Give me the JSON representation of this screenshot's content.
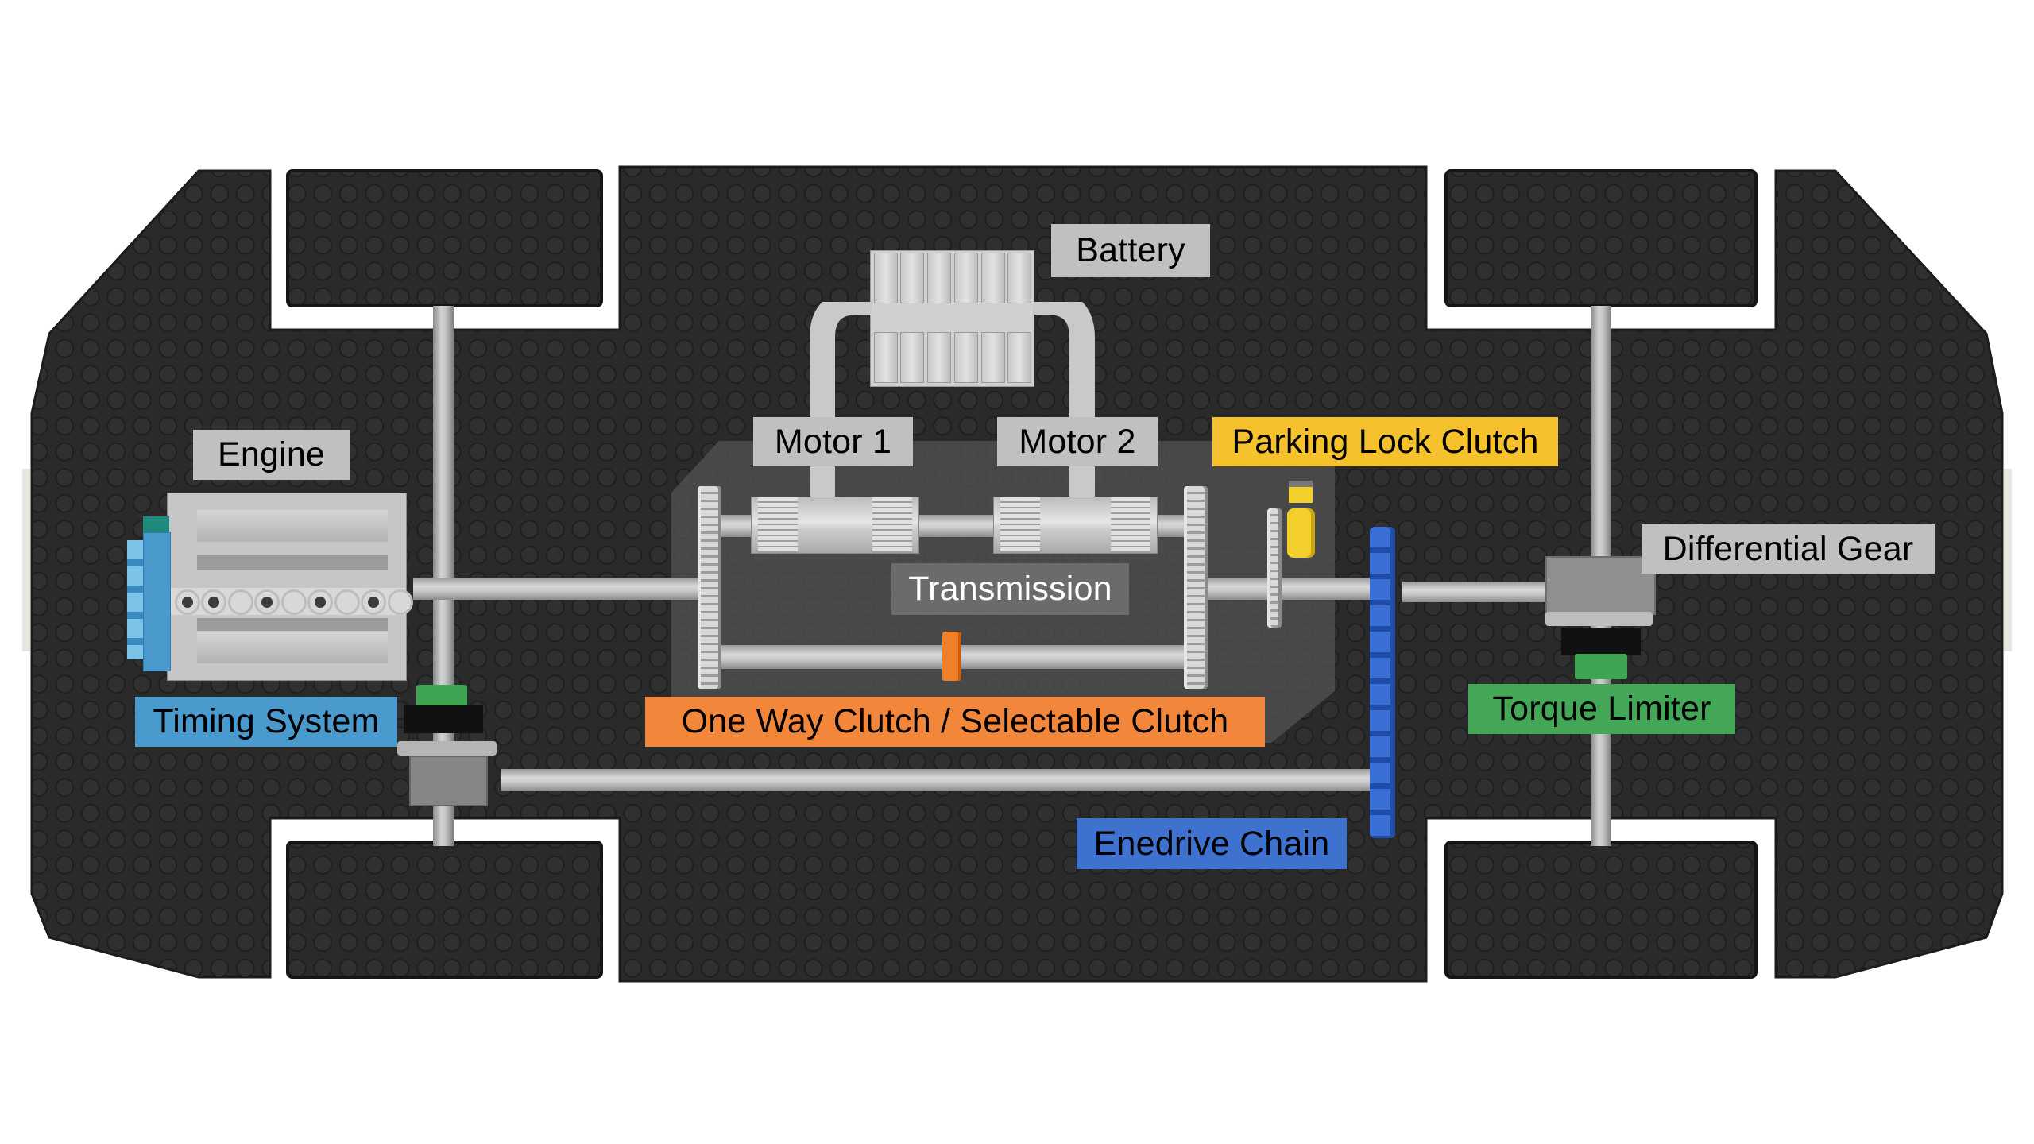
{
  "diagram": {
    "subject": "Hybrid drivetrain layout built from bricks (top view)",
    "background_color": "#ffffff",
    "chassis_color": "#2b2b2b",
    "labels": {
      "engine": {
        "text": "Engine",
        "bg": "#c0c0c2",
        "fg": "#000000"
      },
      "battery": {
        "text": "Battery",
        "bg": "#c0c0c2",
        "fg": "#000000"
      },
      "motor_1": {
        "text": "Motor 1",
        "bg": "#c0c0c2",
        "fg": "#000000"
      },
      "motor_2": {
        "text": "Motor 2",
        "bg": "#c0c0c2",
        "fg": "#000000"
      },
      "parking_lock_clutch": {
        "text": "Parking Lock Clutch",
        "bg": "#f5c22e",
        "fg": "#000000"
      },
      "transmission": {
        "text": "Transmission",
        "bg": "#6b6b6d",
        "fg": "#ffffff"
      },
      "differential_gear": {
        "text": "Differential Gear",
        "bg": "#c0c0c2",
        "fg": "#000000"
      },
      "timing_system": {
        "text": "Timing System",
        "bg": "#4a9acd",
        "fg": "#000000"
      },
      "one_way_clutch": {
        "text": "One Way Clutch / Selectable Clutch",
        "bg": "#f2863a",
        "fg": "#000000"
      },
      "torque_limiter": {
        "text": "Torque Limiter",
        "bg": "#44a757",
        "fg": "#000000"
      },
      "enedrive_chain": {
        "text": "Enedrive Chain",
        "bg": "#3f72cf",
        "fg": "#000000"
      }
    },
    "component_colors": {
      "timing_system": "#4a9acd",
      "parking_lock": "#f2cf2a",
      "clutch": "#f07f2a",
      "torque_limiter": "#3fa552",
      "chain": "#2f63c9",
      "shafts": "#c8c8c8"
    }
  }
}
